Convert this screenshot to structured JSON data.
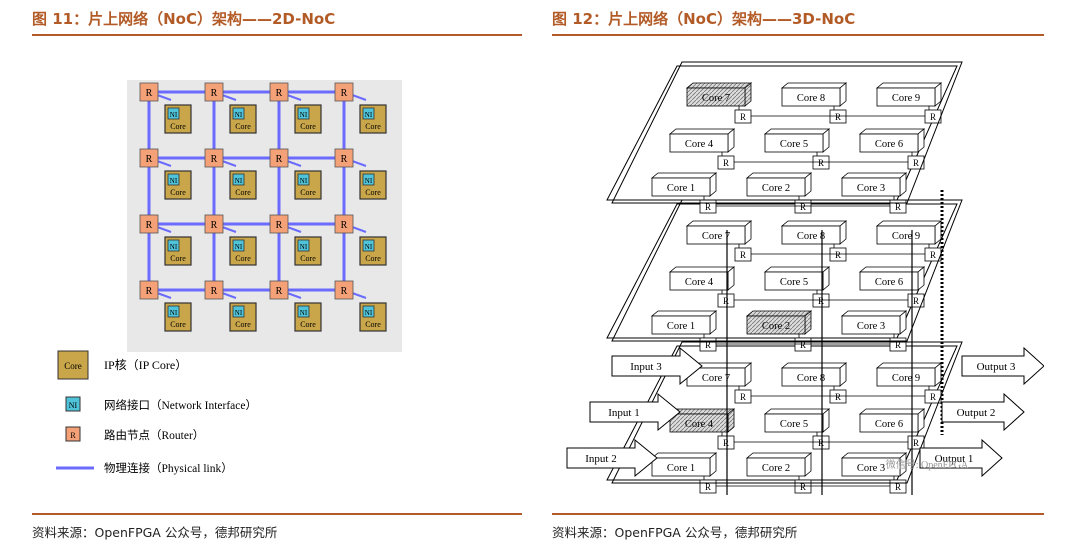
{
  "left": {
    "title": "图 11：片上网络（NoC）架构——2D-NoC",
    "source": "资料来源：OpenFPGA 公众号，德邦研究所",
    "node_labels": {
      "router": "R",
      "ni": "NI",
      "core": "Core"
    },
    "legend": [
      {
        "icon": "core-icon",
        "label": "IP核（IP Core）"
      },
      {
        "icon": "network-interface-icon",
        "label": "网络接口（Network Interface）"
      },
      {
        "icon": "router-icon",
        "label": "路由节点（Router）"
      },
      {
        "icon": "physical-link-icon",
        "label": "物理连接（Physical link）"
      }
    ],
    "colors": {
      "router": "#f4a178",
      "ni": "#4fc3d9",
      "core": "#c9a64a",
      "link": "#6b6bff",
      "grid_bg": "#e8e8e8"
    }
  },
  "right": {
    "title": "图 12：片上网络（NoC）架构——3D-NoC",
    "source": "资料来源：OpenFPGA 公众号，德邦研究所",
    "router_label": "R",
    "layers": [
      {
        "cores": [
          "Core 7",
          "Core 8",
          "Core 9",
          "Core 4",
          "Core 5",
          "Core 6",
          "Core 1",
          "Core 2",
          "Core 3"
        ]
      },
      {
        "cores": [
          "Core 7",
          "Core 8",
          "Core 9",
          "Core 4",
          "Core 5",
          "Core 6",
          "Core 1",
          "Core 2",
          "Core 3"
        ]
      },
      {
        "cores": [
          "Core 7",
          "Core 8",
          "Core 9",
          "Core 4",
          "Core 5",
          "Core 6",
          "Core 1",
          "Core 2",
          "Core 3"
        ]
      }
    ],
    "inputs": [
      "Input 3",
      "Input 1",
      "Input 2"
    ],
    "outputs": [
      "Output 3",
      "Output 2",
      "Output 1"
    ],
    "watermark": "微信号: OpenFPGA"
  }
}
